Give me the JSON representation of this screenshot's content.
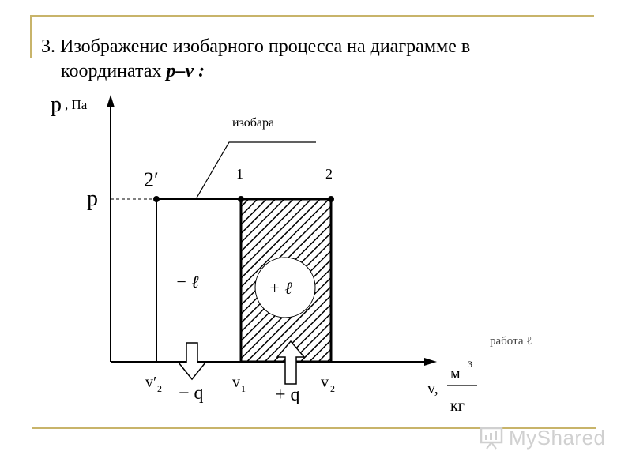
{
  "slide": {
    "title_line1": "3. Изображение изобарного процесса на диаграмме в",
    "title_line2_prefix": "координатах ",
    "title_line2_emph": "p–v :"
  },
  "diagram": {
    "y_axis": {
      "symbol": "p",
      "unit": ", Па"
    },
    "x_axis": {
      "symbol": "v,",
      "unit_numerator": "м",
      "unit_exponent": "3",
      "unit_denominator": "кг"
    },
    "pressure_label": "p",
    "isobar_label": "изобара",
    "points": [
      {
        "label": "2′"
      },
      {
        "label": "1"
      },
      {
        "label": "2"
      }
    ],
    "volume_labels": [
      {
        "base": "v′",
        "sub": "2"
      },
      {
        "base": "v",
        "sub": "1"
      },
      {
        "base": "v",
        "sub": "2"
      }
    ],
    "work_negative": "− ℓ",
    "work_positive": "+ ℓ",
    "work_caption": "работа ℓ",
    "heat_negative": "− q",
    "heat_positive": "+ q"
  },
  "logo": {
    "text": "MyShared"
  },
  "colors": {
    "rule": "#c8b46a",
    "logo": "#d0d0d0"
  }
}
